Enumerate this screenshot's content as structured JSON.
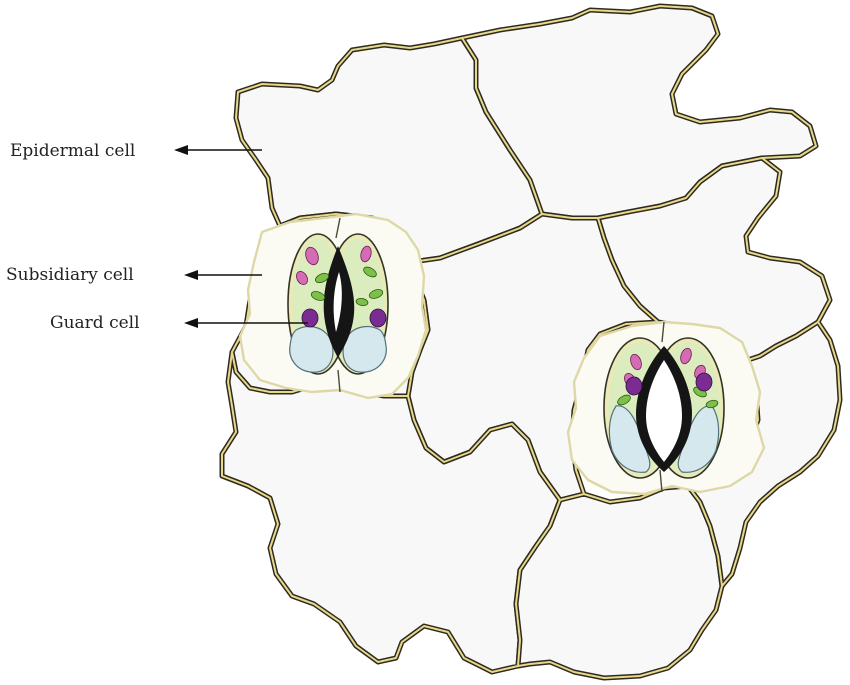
{
  "labels": {
    "epidermal_cell": "Epidermal cell",
    "subsidiary_cell": "Subsidiary cell",
    "guard_cell": "Guard cell"
  },
  "colors": {
    "cell_wall_outer": "#2e2a1e",
    "cell_wall_inner": "#e7d88c",
    "cell_fill": "#f8f8f8",
    "subsidiary_fill": "#fbfbf4",
    "subsidiary_wall": "#ddd8a6",
    "guard_cell_fill": "#dbedbe",
    "guard_cell_wall": "#ece8b8",
    "vacuole": "#d4e8ee",
    "chloroplast": "#7cc04a",
    "nucleus": "#7b2c92",
    "plastid": "#d66bb5",
    "pore": "#151515",
    "label_text": "#222222",
    "arrow": "#111111"
  },
  "stomata": [
    {
      "name": "closed-stoma",
      "state": "closed"
    },
    {
      "name": "open-stoma",
      "state": "open"
    }
  ]
}
